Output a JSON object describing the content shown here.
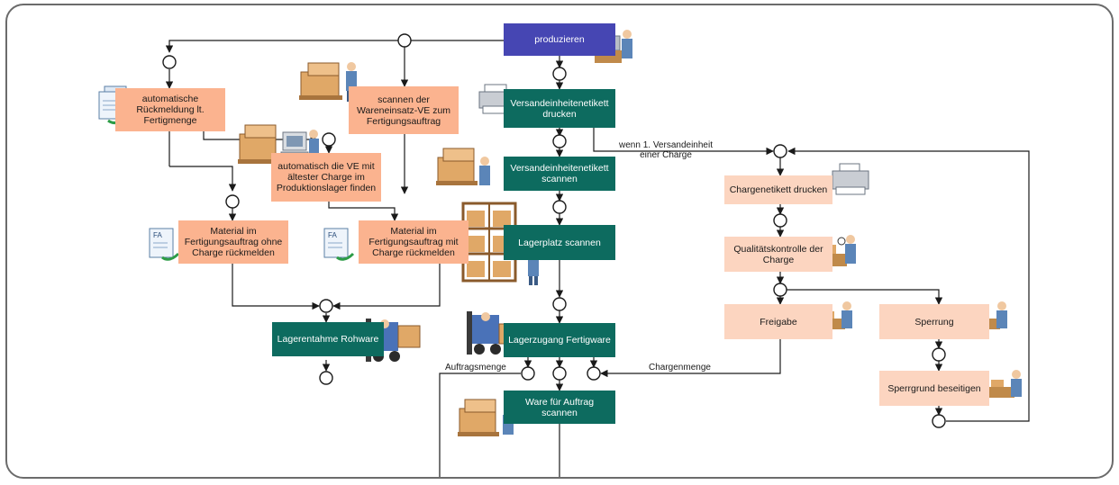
{
  "nodes": {
    "produzieren": "produzieren",
    "ve_drucken": "Versandeinheitenetikett drucken",
    "ve_scannen": "Versandeinheitenetikett scannen",
    "lagerplatz": "Lagerplatz scannen",
    "lagerzugang": "Lagerzugang Fertigware",
    "ware_scannen": "Ware für Auftrag scannen",
    "rueckmeldung": "automatische Rückmeldung lt. Fertigmenge",
    "scannen_ve": "scannen der Wareneinsatz-VE zum Fertigungsauftrag",
    "automatisch_ve": "automatisch die VE mit ältester Charge im Produktionslager finden",
    "material_ohne": "Material im Fertigungsauftrag ohne Charge rückmelden",
    "material_mit": "Material im Fertigungsauftrag mit Charge rückmelden",
    "lagerentnahme": "Lagerentahme Rohware",
    "chargenetikett": "Chargenetikett drucken",
    "qualitaet": "Qualitätskontrolle der Charge",
    "freigabe": "Freigabe",
    "sperrung": "Sperrung",
    "sperrgrund": "Sperrgrund beseitigen"
  },
  "labels": {
    "wenn_charge": "wenn 1. Versandeinheit einer Charge",
    "auftragsmenge": "Auftragsmenge",
    "chargenmenge": "Chargenmenge"
  },
  "icons": {
    "fa_doc": "FA"
  },
  "colors": {
    "blue": "#4646b3",
    "green": "#0d6b5f",
    "orange": "#fbb38f",
    "peach": "#fcd5c0",
    "line": "#1a1a1a"
  }
}
